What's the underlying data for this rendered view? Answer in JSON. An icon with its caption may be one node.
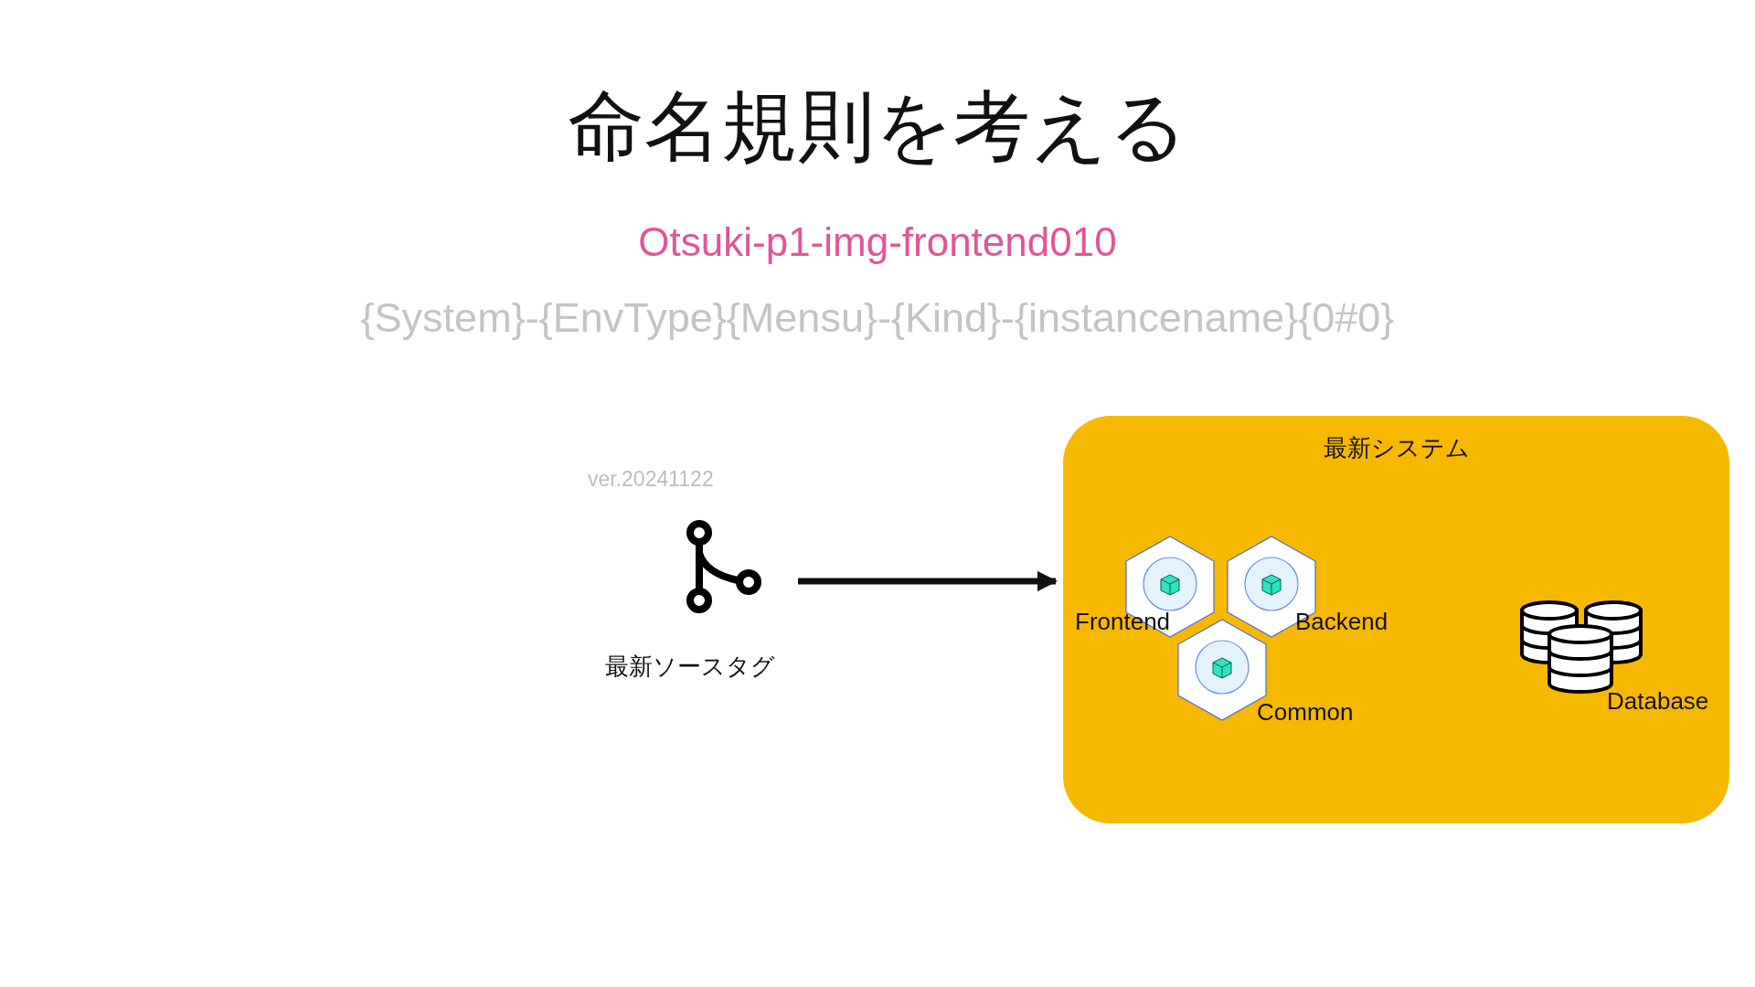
{
  "diagram": {
    "title": "命名規則を考える",
    "nodes": [
      {
        "text": [
          "最新ソースタグ"
        ],
        "beside": [
          "ver.20241122"
        ]
      },
      {
        "text": [
          "最新システム"
        ]
      },
      {
        "text": [
          "Frontend"
        ],
        "in": 1
      },
      {
        "text": [
          "Backend"
        ],
        "in": 1
      },
      {
        "text": [
          "Common"
        ],
        "in": 1
      },
      {
        "text": [
          "Database"
        ],
        "in": 1
      }
    ],
    "edges": [
      {
        "from": 0,
        "to": 1,
        "arrow": "to"
      }
    ],
    "labels": [
      "Otsuki-p1-img-frontend010",
      "{System}-{EnvType}{Mensu}-{Kind}-{instancename}{0#0}"
    ]
  }
}
